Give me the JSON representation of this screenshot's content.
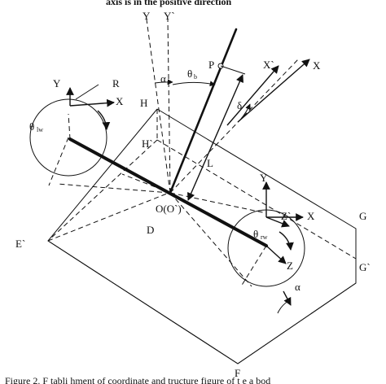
{
  "top_text": "axis is in the positive direction",
  "labels": {
    "Y": "Y",
    "Y_prime": "Y`",
    "alpha": "α",
    "theta_b": "θ",
    "theta_b_sub": "b",
    "P": "P",
    "X_prime": "X`",
    "X": "X",
    "R": "R",
    "H": "H",
    "H_prime": "H`",
    "delta": "δ",
    "theta_lw": "θ",
    "theta_lw_sub": "lw",
    "L": "L",
    "O": "O(O`)",
    "D": "D",
    "E": "E`",
    "G": "G",
    "G_prime": "G`",
    "F": "F",
    "Z": "Z",
    "Z_prime": "Z`",
    "theta_rw": "θ",
    "theta_rw_sub": "rw"
  },
  "caption": "Figure 2. F  tabli hment of coordinate and  tructure figure of t  e  a  bod"
}
